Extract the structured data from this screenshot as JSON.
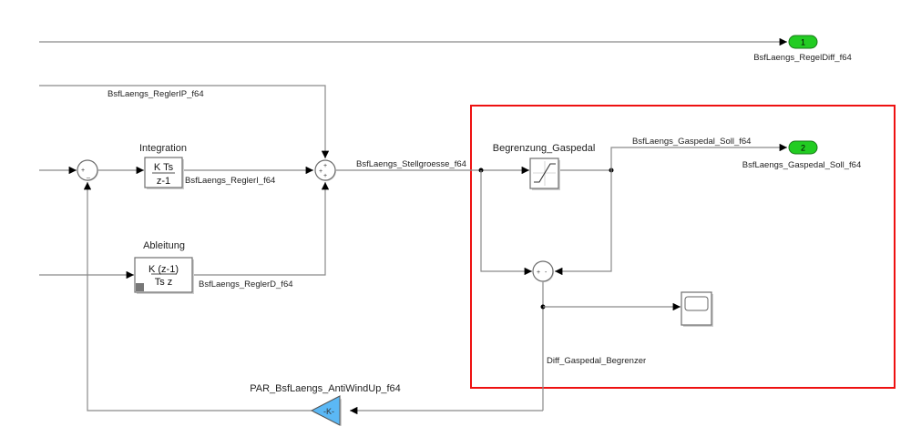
{
  "diagram": {
    "highlight_color": "#ee1111",
    "outport_color": "#22cc22",
    "gain_color": "#5bb8f5",
    "outports": [
      {
        "number": "1",
        "name": "BsfLaengs_RegelDiff_f64"
      },
      {
        "number": "2",
        "name": "BsfLaengs_Gaspedal_Soll_f64"
      }
    ],
    "blocks": {
      "integration": {
        "title": "Integration",
        "numerator": "K Ts",
        "denominator": "z-1"
      },
      "ableitung": {
        "title": "Ableitung",
        "numerator": "K (z-1)",
        "denominator": "Ts z"
      },
      "saturation": {
        "title": "Begrenzung_Gaspedal"
      },
      "gain": {
        "title": "PAR_BsfLaengs_AntiWindUp_f64",
        "value": "-K-"
      },
      "sum1": {
        "signs": [
          "+",
          "_"
        ]
      },
      "sum2": {
        "signs": [
          "+",
          "+",
          "+"
        ]
      },
      "sum3": {
        "signs": [
          "+",
          "-"
        ]
      }
    },
    "signals": {
      "regler_ip": "BsfLaengs_ReglerIP_f64",
      "regler_i": "BsfLaengs_ReglerI_f64",
      "regler_d": "BsfLaengs_ReglerD_f64",
      "stellgroesse": "BsfLaengs_Stellgroesse_f64",
      "gaspedal_soll": "BsfLaengs_Gaspedal_Soll_f64",
      "diff_begrenzer": "Diff_Gaspedal_Begrenzer"
    }
  }
}
